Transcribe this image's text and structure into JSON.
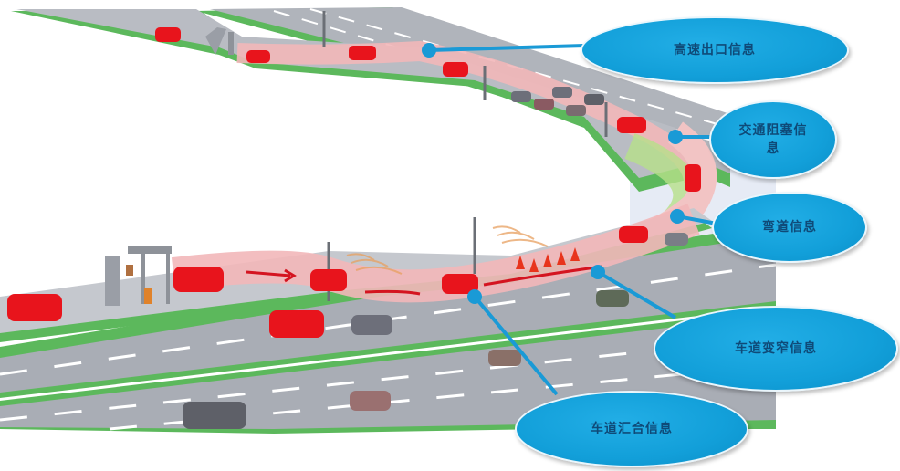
{
  "diagram": {
    "type": "v2x-highway-scenario-illustration",
    "colors": {
      "callout_fill": "#129fd9",
      "callout_text": "#0d3a66",
      "road": "#a9adb5",
      "managed_lane": "#f2c4c4",
      "grass": "#5cb85c",
      "car_smart": "#e8141c",
      "connector": "#1a9ad6"
    },
    "callouts": [
      {
        "id": "highway-exit",
        "label": "高速出口信息"
      },
      {
        "id": "traffic-congestion",
        "label": "交通阻塞信息"
      },
      {
        "id": "curve",
        "label": "弯道信息"
      },
      {
        "id": "lane-narrowing",
        "label": "车道变窄信息"
      },
      {
        "id": "lane-merge",
        "label": "车道汇合信息"
      }
    ],
    "scene_elements": [
      "toll-plaza-entrance",
      "toll-plaza-exit",
      "roadside-unit-poles",
      "traffic-cones",
      "connected-red-cars",
      "background-gray-cars",
      "highlighted-red-lane"
    ]
  }
}
